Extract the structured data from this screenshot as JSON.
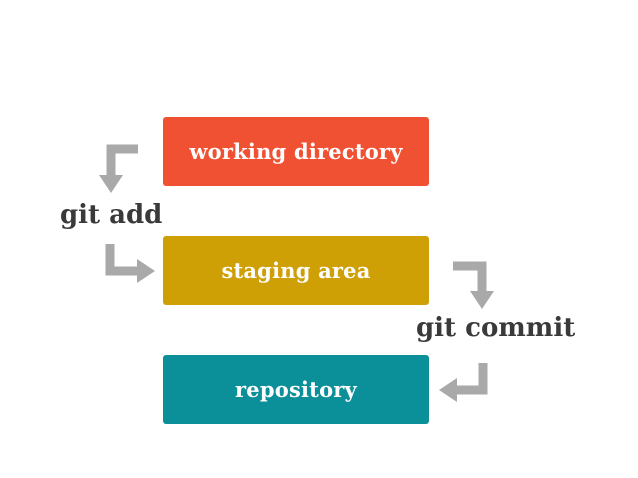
{
  "diagram": {
    "stages": {
      "working": {
        "label": "working directory",
        "color": "#f05133"
      },
      "staging": {
        "label": "staging area",
        "color": "#cf9f06"
      },
      "repository": {
        "label": "repository",
        "color": "#0b8f99"
      }
    },
    "commands": {
      "add": "git add",
      "commit": "git commit"
    },
    "arrow_color": "#a9a9a9"
  }
}
